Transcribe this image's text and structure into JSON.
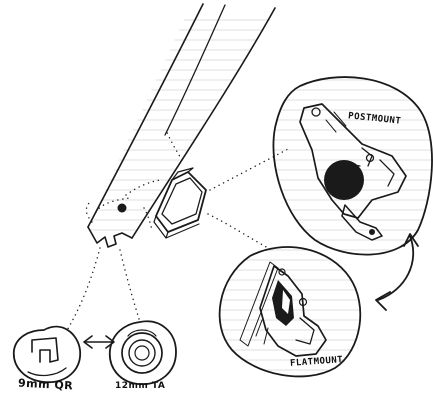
{
  "labels": {
    "postmount": "POSTMOUNT",
    "flatmount": "FLATMOUNT",
    "qr": "9mm QR",
    "ta": "12mm TA"
  },
  "colors": {
    "ink": "#1a1a1a",
    "hatch": "#8a8a8a",
    "paper": "#ffffff"
  },
  "icons": [
    "fork-leg",
    "dropout-slot",
    "brake-mount-bracket",
    "postmount-caliper",
    "flatmount-caliper",
    "qr-dropout",
    "thru-axle",
    "swap-arrow"
  ]
}
